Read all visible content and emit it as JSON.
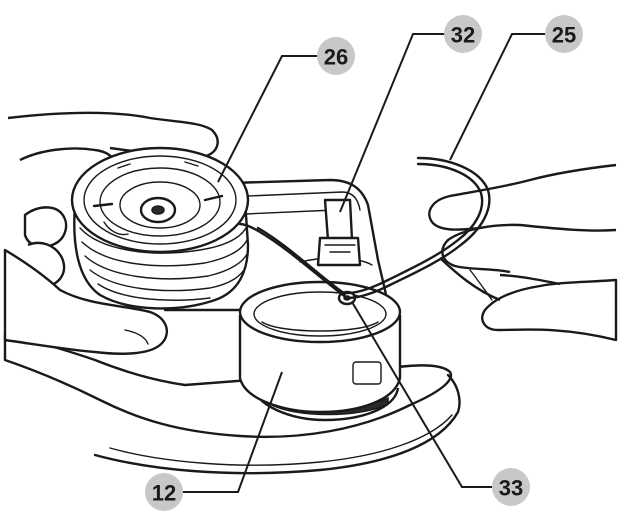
{
  "callouts": [
    {
      "id": "26",
      "label": "26"
    },
    {
      "id": "32",
      "label": "32"
    },
    {
      "id": "25",
      "label": "25"
    },
    {
      "id": "12",
      "label": "12"
    },
    {
      "id": "33",
      "label": "33"
    }
  ],
  "colors": {
    "badge_fill": "#c8c8c8",
    "line": "#1a1a1a",
    "background": "#ffffff"
  }
}
